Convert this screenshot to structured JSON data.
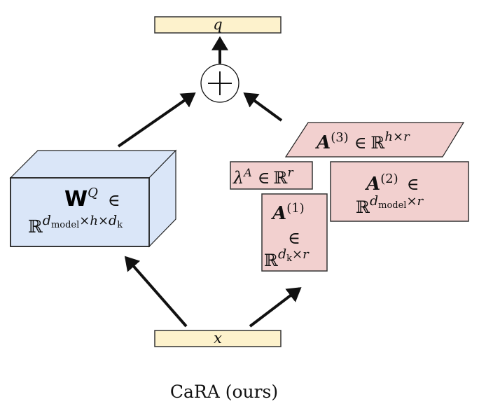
{
  "colors": {
    "io_fill": "#fdf2cc",
    "weight_fill": "#dae6f8",
    "adapter_fill": "#f2d0cf",
    "stroke": "#111111"
  },
  "output": {
    "label": "q"
  },
  "input": {
    "label": "x"
  },
  "sum_node": {
    "symbol": "+"
  },
  "weight": {
    "name": "W",
    "sup": "Q",
    "in": "∈",
    "space": "ℝ",
    "dim1": "d",
    "dim1_sub": "model",
    "times1": "×h×",
    "dim2": "d",
    "dim2_sub": "k"
  },
  "adapters": {
    "a3": {
      "name": "A",
      "sup": "(3)",
      "in": "∈",
      "space": "ℝ",
      "dims": "h×r"
    },
    "lambda": {
      "name": "λ",
      "sup": "A",
      "in": "∈",
      "space": "ℝ",
      "dims": "r"
    },
    "a2": {
      "name": "A",
      "sup": "(2)",
      "in": "∈",
      "space": "ℝ",
      "dim": "d",
      "dim_sub": "model",
      "tail": "×r"
    },
    "a1": {
      "name": "A",
      "sup": "(1)",
      "in": "∈",
      "space": "ℝ",
      "dim": "d",
      "dim_sub": "k",
      "tail": "×r"
    }
  },
  "caption": "CaRA (ours)"
}
